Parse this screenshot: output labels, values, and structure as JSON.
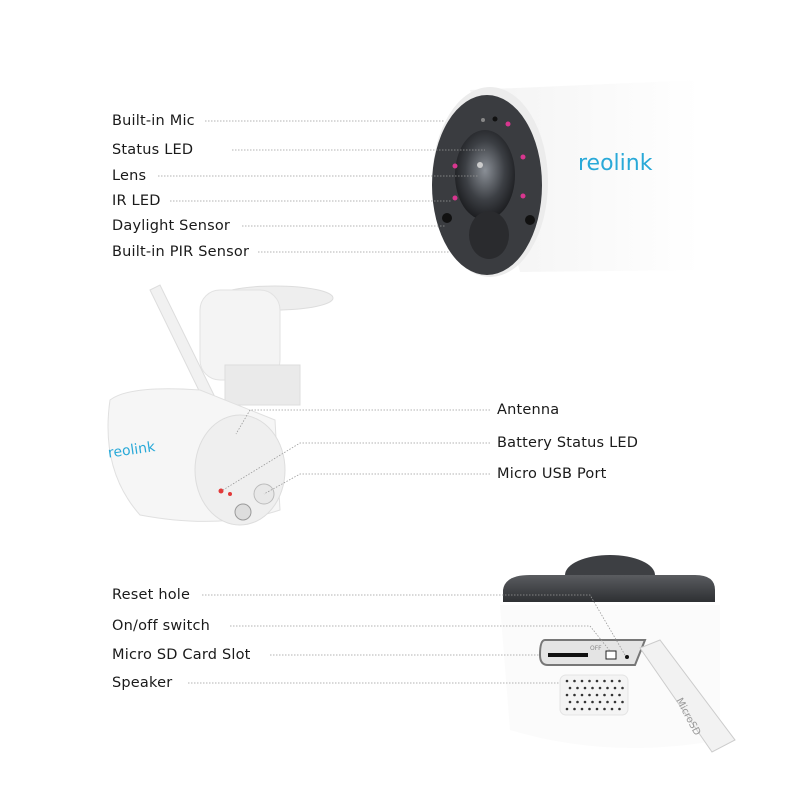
{
  "brand": "reolink",
  "colors": {
    "brand": "#29a9d8",
    "ir_led": "#d8368f",
    "status_red": "#e23a3a",
    "label": "#1a1a1a",
    "leader": "#9a9a9a"
  },
  "front_view": {
    "callouts": [
      "Built-in Mic",
      "Status LED",
      "Lens",
      "IR LED",
      "Daylight Sensor",
      "Built-in PIR Sensor"
    ]
  },
  "side_view": {
    "callouts": [
      "Antenna",
      "Battery Status LED",
      "Micro USB Port"
    ]
  },
  "bottom_view": {
    "callouts": [
      "Reset hole",
      "On/off switch",
      "Micro SD Card Slot",
      "Speaker"
    ],
    "card_text": "MicroSD",
    "switch_text": "OFF"
  }
}
